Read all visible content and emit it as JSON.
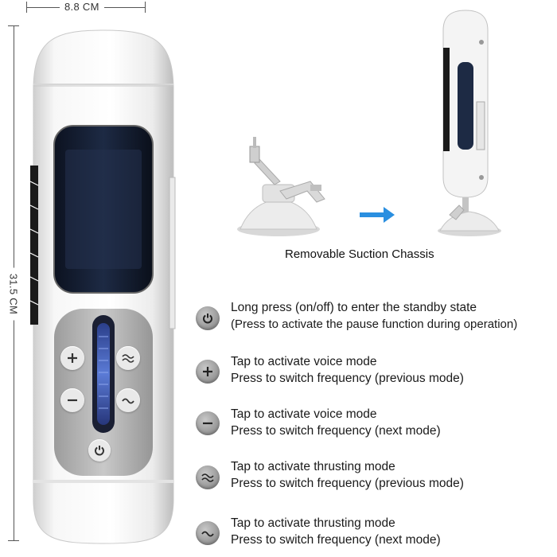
{
  "dimensions": {
    "width_label": "8.8 CM",
    "height_label": "31.5 CM"
  },
  "chassis": {
    "label": "Removable Suction Chassis",
    "arrow_color": "#2a8fe0"
  },
  "instructions": [
    {
      "icon": "power-icon",
      "line1": "Long press (on/off) to enter the standby state",
      "line2": "(Press to activate the pause function during operation)"
    },
    {
      "icon": "plus-icon",
      "line1": "Tap to activate voice mode",
      "line2": "Press to switch frequency (previous mode)"
    },
    {
      "icon": "minus-icon",
      "line1": "Tap to activate voice mode",
      "line2": "Press to switch frequency (next mode)"
    },
    {
      "icon": "double-wave-icon",
      "line1": "Tap to activate thrusting mode",
      "line2": "Press to switch frequency (previous mode)"
    },
    {
      "icon": "wave-icon",
      "line1": "Tap to activate thrusting mode",
      "line2": "Press to switch frequency (next mode)"
    }
  ]
}
